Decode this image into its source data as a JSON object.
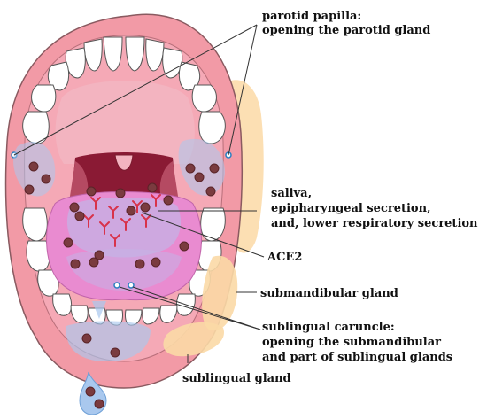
{
  "labels": {
    "parotid_papilla": {
      "line1": "parotid papilla:",
      "line2": "opening the parotid gland"
    },
    "saliva": {
      "line1": "saliva,",
      "line2": "epipharyngeal secretion,",
      "line3": "and, lower respiratory secretion"
    },
    "ace2": "ACE2",
    "submandibular_gland": "submandibular gland",
    "sublingual_caruncle": {
      "line1": "sublingual caruncle:",
      "line2": "opening the submandibular",
      "line3": "and part of sublingual glands"
    },
    "sublingual_gland": "sublingual gland"
  },
  "colors": {
    "lip": "#f29aa6",
    "lip_outline": "#8a5a60",
    "mouth_cavity": "#f5a9b6",
    "throat": "#8a1a34",
    "tongue": "#e98bd0",
    "gland": "#fbd9a6",
    "saliva": "#a9c8ee",
    "virus": "#7a3b3f",
    "receptor": "#d8324a",
    "tooth": "#ffffff"
  }
}
